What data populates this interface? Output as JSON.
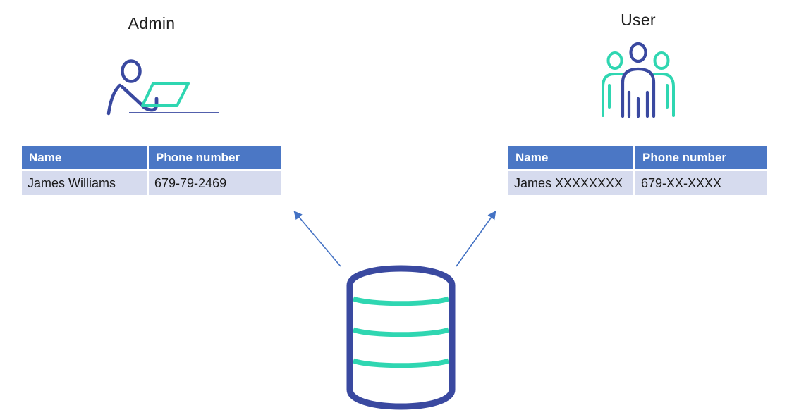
{
  "colors": {
    "table_header_bg": "#4B77C5",
    "table_row_bg": "#D6DBEE",
    "header_text": "#FFFFFF",
    "cell_text": "#1A1A1A",
    "title_text": "#1F1F1F",
    "indigo": "#3A49A0",
    "teal": "#2FD6B1",
    "arrow": "#4472C4"
  },
  "admin": {
    "title": "Admin",
    "icon": "person-at-laptop-icon",
    "table": {
      "columns": [
        "Name",
        "Phone number"
      ],
      "rows": [
        [
          "James Williams",
          "679-79-2469"
        ]
      ]
    }
  },
  "user": {
    "title": "User",
    "icon": "people-group-icon",
    "table": {
      "columns": [
        "Name",
        "Phone number"
      ],
      "rows": [
        [
          "James XXXXXXXX",
          "679-XX-XXXX"
        ]
      ]
    }
  },
  "database": {
    "icon": "database-cylinder-icon"
  }
}
